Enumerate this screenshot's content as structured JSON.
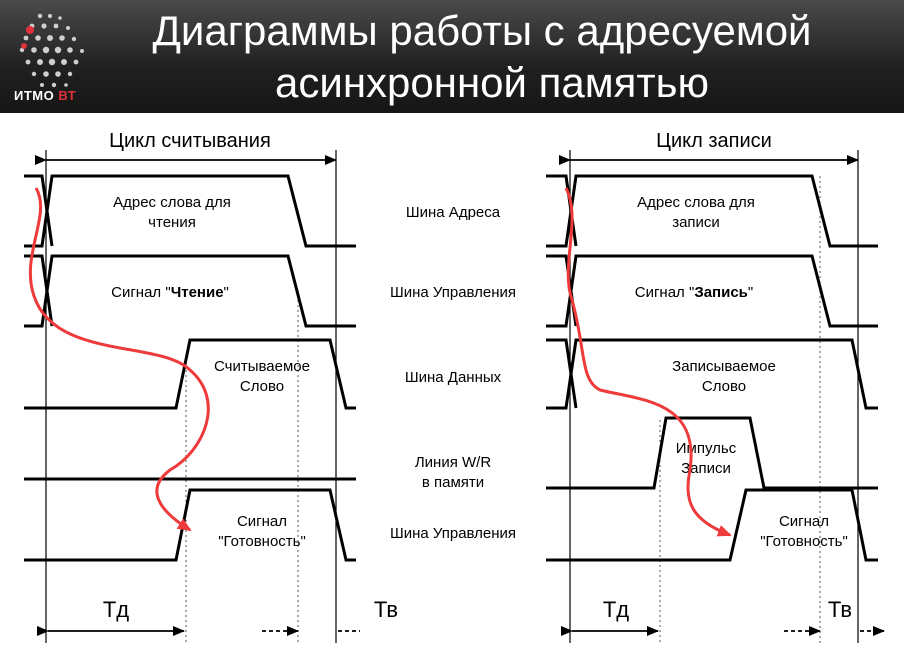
{
  "slide": {
    "title_line1": "Диаграммы работы с адресуемой",
    "title_line2": "асинхронной памятью",
    "logo_text": "ИТМО",
    "logo_accent": "ВТ"
  },
  "colors": {
    "header_bg": "#222222",
    "signal": "#000000",
    "causality_arrow": "#ee3a3a",
    "logo_accent": "#e0303a"
  },
  "read_cycle": {
    "title": "Цикл считывания",
    "address": "Адрес  слова для\nчтения",
    "control_prefix": "Сигнал \"",
    "control_bold": "Чтение",
    "control_suffix": "\"",
    "data": "Считываемое\nСлово",
    "ready": "Сигнал\n\"Готовность\"",
    "td": "Тд",
    "tv": "Тв"
  },
  "bus_labels": {
    "address_bus": "Шина Адреса",
    "control_bus": "Шина Управления",
    "data_bus": "Шина Данных",
    "wr_line": "Линия W/R\nв памяти",
    "control_bus_2": "Шина Управления"
  },
  "write_cycle": {
    "title": "Цикл записи",
    "address": "Адрес  слова для\nзаписи",
    "control_prefix": "Сигнал \"",
    "control_bold": "Запись",
    "control_suffix": "\"",
    "data": "Записываемое\nСлово",
    "pulse": "Импульс\nЗаписи",
    "ready": "Сигнал\n\"Готовность\"",
    "td": "Тд",
    "tv": "Тв"
  }
}
